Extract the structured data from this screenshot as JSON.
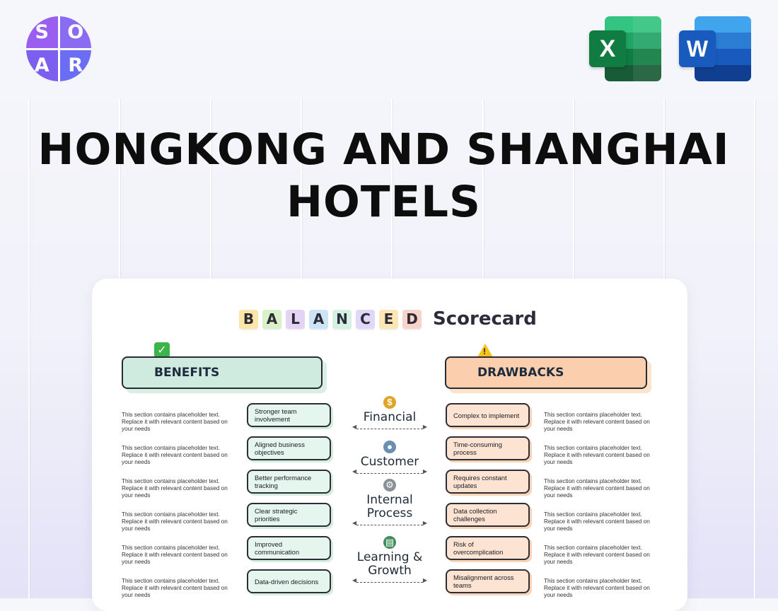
{
  "logo": {
    "letters": [
      "S",
      "O",
      "A",
      "R"
    ]
  },
  "app_icons": [
    {
      "name": "excel-icon",
      "letter": "X",
      "color": "#107c41"
    },
    {
      "name": "word-icon",
      "letter": "W",
      "color": "#185abd"
    }
  ],
  "title": {
    "line1": "HONGKONG AND SHANGHAI",
    "line2": "HOTELS"
  },
  "scorecard": {
    "tiles": [
      {
        "letter": "B",
        "color": "#fde6a8"
      },
      {
        "letter": "A",
        "color": "#d9f0c9"
      },
      {
        "letter": "L",
        "color": "#e3d4f6"
      },
      {
        "letter": "A",
        "color": "#cde4f7"
      },
      {
        "letter": "N",
        "color": "#d4f1e3"
      },
      {
        "letter": "C",
        "color": "#e1d7f7"
      },
      {
        "letter": "E",
        "color": "#fbe7b6"
      },
      {
        "letter": "D",
        "color": "#f8d3c9"
      }
    ],
    "word": "Scorecard",
    "benefits_label": "BENEFITS",
    "drawbacks_label": "DRAWBACKS",
    "placeholder": "This section contains placeholder text. Replace it with relevant content based on your needs",
    "benefits": [
      "Stronger team involvement",
      "Aligned business objectives",
      "Better performance tracking",
      "Clear strategic priorities",
      "Improved communication",
      "Data-driven decisions"
    ],
    "drawbacks": [
      "Complex to implement",
      "Time-consuming process",
      "Requires constant updates",
      "Data collection challenges",
      "Risk of overcomplication",
      "Misalignment across teams"
    ],
    "categories": [
      {
        "name": "Financial",
        "icon": "money-bag-icon",
        "glyph": "$",
        "color": "#e0a526"
      },
      {
        "name": "Customer",
        "icon": "users-icon",
        "glyph": "●",
        "color": "#6a8fb5"
      },
      {
        "name": "Internal Process",
        "icon": "gear-icon",
        "glyph": "⚙",
        "color": "#8a8f98"
      },
      {
        "name": "Learning & Growth",
        "icon": "books-icon",
        "glyph": "▤",
        "color": "#3f8d5a"
      }
    ]
  }
}
